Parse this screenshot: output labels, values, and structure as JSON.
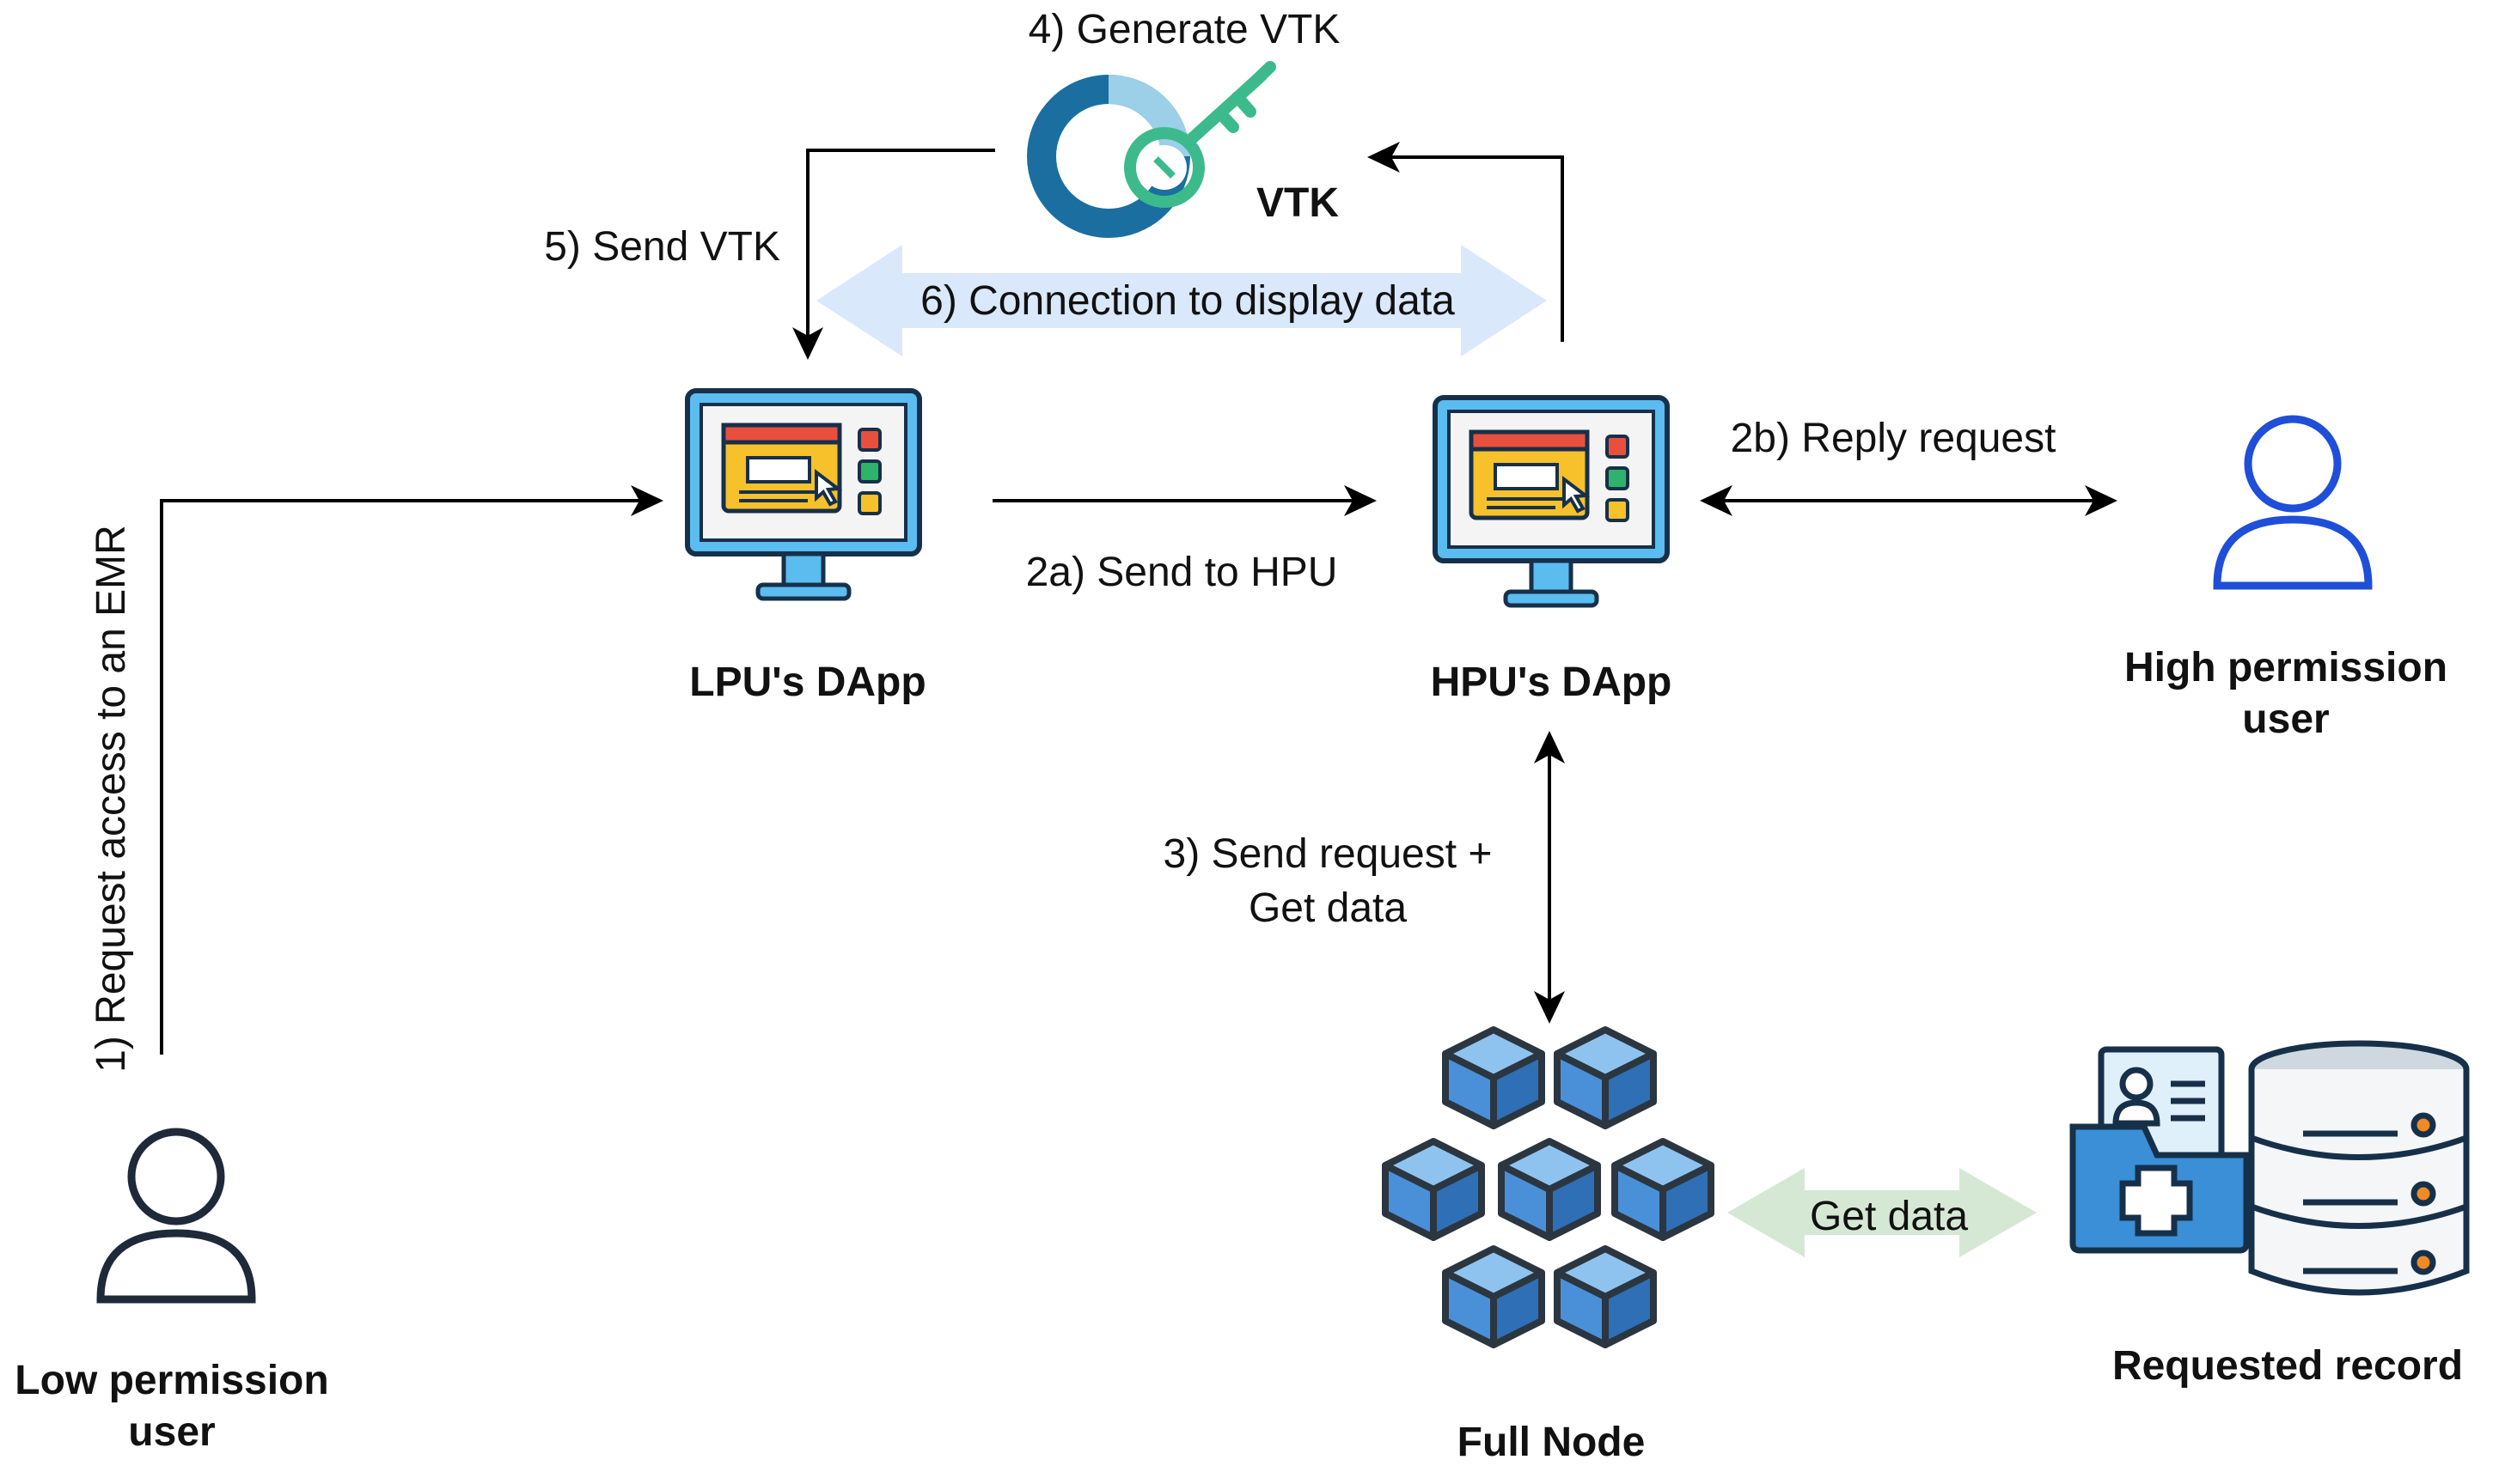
{
  "nodes": {
    "vtk": "VTK",
    "lpu_dapp": "LPU's DApp",
    "hpu_dapp": "HPU's DApp",
    "high_user_line1": "High permission",
    "high_user_line2": "user",
    "low_user_line1": "Low permission",
    "low_user_line2": "user",
    "full_node": "Full Node",
    "requested_record": "Requested record"
  },
  "steps": {
    "s1": "1) Request access to an EMR",
    "s2a": "2a) Send to HPU",
    "s2b": "2b) Reply request",
    "s3_line1": "3) Send request +",
    "s3_line2": "Get data",
    "s4": "4) Generate VTK",
    "s5": "5) Send VTK",
    "s6": "6) Connection to display data",
    "get_data": "Get data"
  },
  "colors": {
    "connection_arrow": "#dae8fc",
    "get_data_arrow": "#d5e8d4",
    "user_outline_high": "#1f4fd8",
    "user_outline_low": "#1e2a3a",
    "monitor_frame": "#5bbcf0",
    "cube_blue": "#4a90d9",
    "key_green": "#3dba8c",
    "key_ring": "#1a6fa0"
  },
  "icons": [
    "key-icon",
    "monitor-icon",
    "user-icon",
    "blockchain-cubes-icon",
    "database-icon",
    "medical-folder-icon"
  ]
}
